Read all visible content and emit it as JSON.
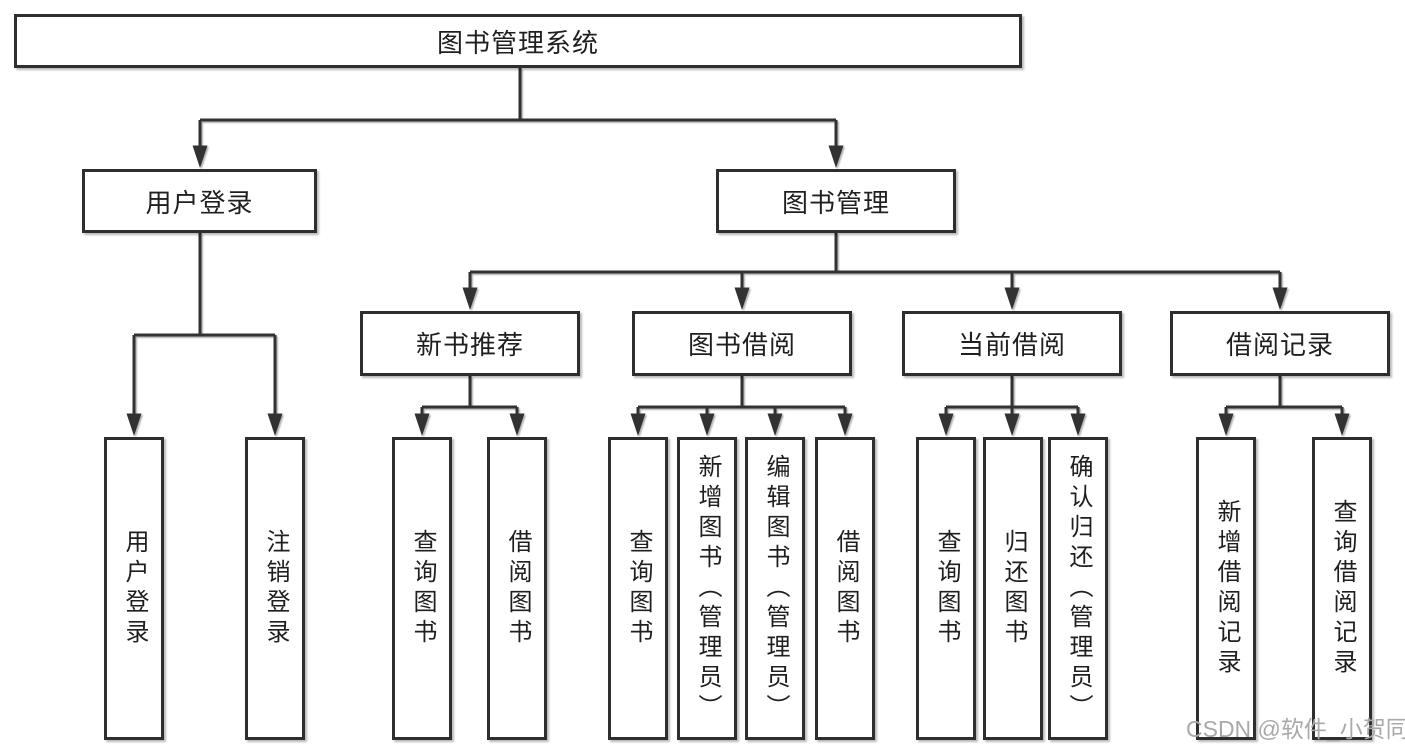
{
  "colors": {
    "line": "#333333",
    "border": "#2e2e2e",
    "box_fill": "#ffffff",
    "text": "#1f1f1f",
    "watermark": "#a9a9a9"
  },
  "nodes": {
    "root": "图书管理系统",
    "level2": [
      "用户登录",
      "图书管理"
    ],
    "level3": [
      "新书推荐",
      "图书借阅",
      "当前借阅",
      "借阅记录"
    ],
    "leaves_user_login": [
      "用户登录",
      "注销登录"
    ],
    "leaves_new_book": [
      "查询图书",
      "借阅图书"
    ],
    "leaves_book_borrow": [
      "查询图书",
      "新增图书（管理员）",
      "编辑图书（管理员）",
      "借阅图书"
    ],
    "leaves_current_borrow": [
      "查询图书",
      "归还图书",
      "确认归还（管理员）"
    ],
    "leaves_borrow_records": [
      "新增借阅记录",
      "查询借阅记录"
    ]
  },
  "watermark": "CSDN @软件_小贺同学"
}
